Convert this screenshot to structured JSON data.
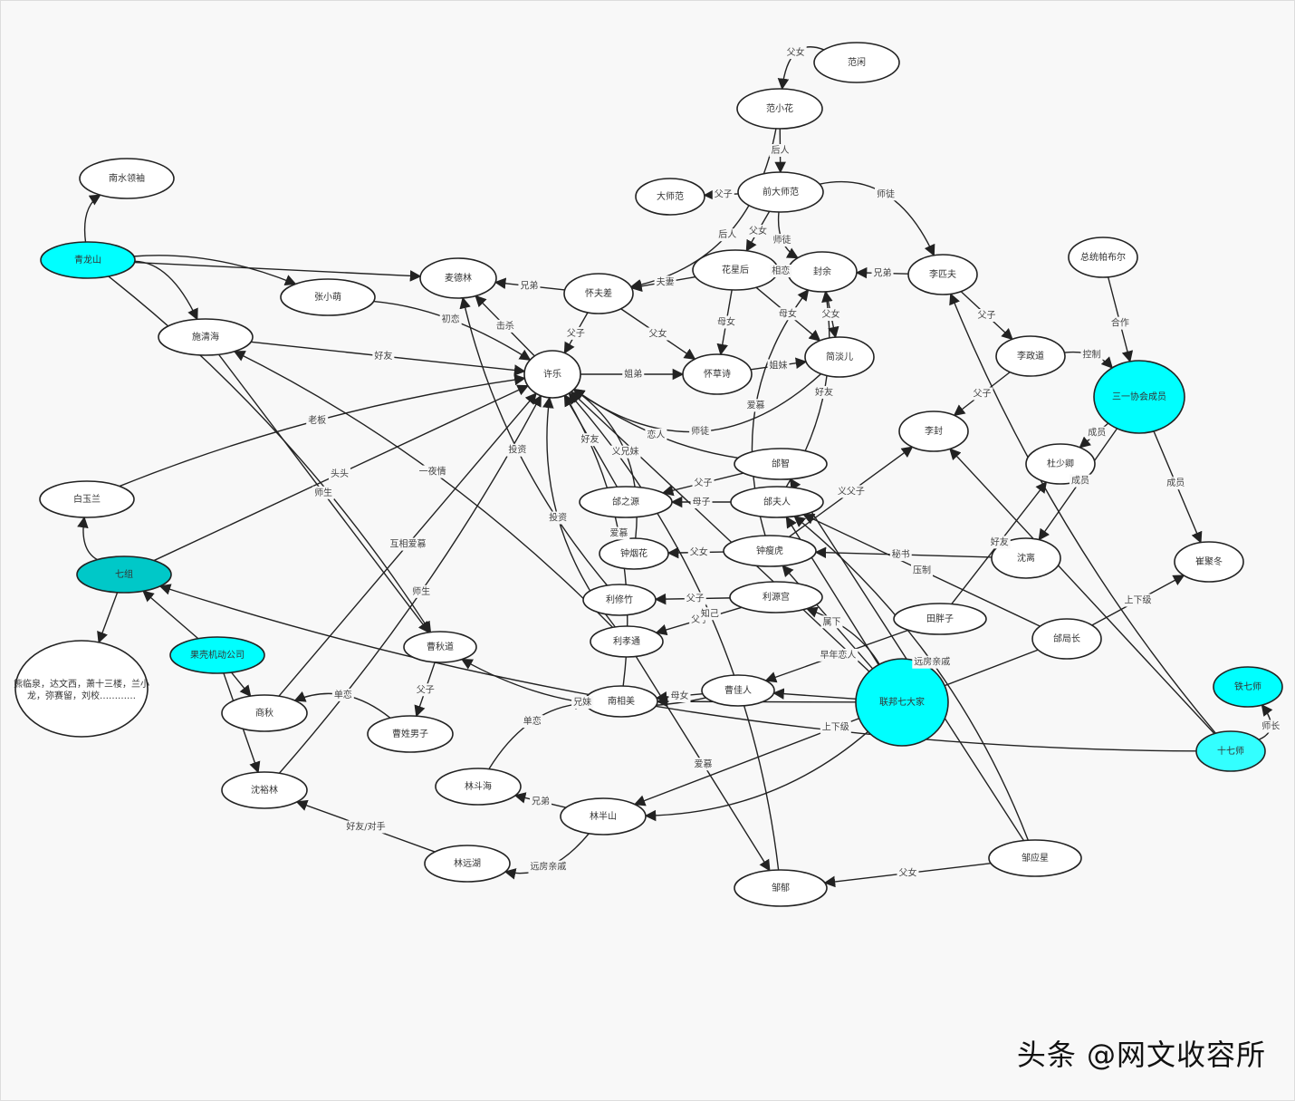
{
  "diagram": {
    "nodes": [
      {
        "id": "fanxian",
        "label": "范闲"
      },
      {
        "id": "fanxiaohua",
        "label": "范小花"
      },
      {
        "id": "qiandashifan",
        "label": "前大师范"
      },
      {
        "id": "dashifan",
        "label": "大师范"
      },
      {
        "id": "huaxinghou",
        "label": "花星后"
      },
      {
        "id": "fengyu",
        "label": "封余"
      },
      {
        "id": "lipifu",
        "label": "李匹夫"
      },
      {
        "id": "pabuer",
        "label": "总统帕布尔"
      },
      {
        "id": "maidelin",
        "label": "麦德林"
      },
      {
        "id": "huaifuchai",
        "label": "怀夫差"
      },
      {
        "id": "zhangxiaomeng",
        "label": "张小萌"
      },
      {
        "id": "nanshui",
        "label": "南水领袖"
      },
      {
        "id": "qinglongshan",
        "label": "青龙山",
        "color": "#00ffff"
      },
      {
        "id": "shiqinghai",
        "label": "施清海"
      },
      {
        "id": "xule",
        "label": "许乐"
      },
      {
        "id": "huaicaoshi",
        "label": "怀草诗"
      },
      {
        "id": "jiandaner",
        "label": "简淡儿"
      },
      {
        "id": "lizhengdao",
        "label": "李政道"
      },
      {
        "id": "sanyi",
        "label": "三一协会成员",
        "color": "#00ffff"
      },
      {
        "id": "lifeng",
        "label": "李封"
      },
      {
        "id": "taizhi",
        "label": "邰智"
      },
      {
        "id": "dushaoqing",
        "label": "杜少卿"
      },
      {
        "id": "baiyulan",
        "label": "白玉兰"
      },
      {
        "id": "taizhiyuan",
        "label": "邰之源"
      },
      {
        "id": "taifuren",
        "label": "邰夫人"
      },
      {
        "id": "shenli",
        "label": "沈离"
      },
      {
        "id": "cuijudong",
        "label": "崔聚冬"
      },
      {
        "id": "zhongyanhua",
        "label": "钟烟花"
      },
      {
        "id": "zhongshouhu",
        "label": "钟瘦虎"
      },
      {
        "id": "qizu",
        "label": "七组",
        "color": "#00c8c8"
      },
      {
        "id": "lixiuzhu",
        "label": "利修竹"
      },
      {
        "id": "lixiaotong",
        "label": "利孝通"
      },
      {
        "id": "liyuangong",
        "label": "利源宫"
      },
      {
        "id": "tianpangzi",
        "label": "田胖子"
      },
      {
        "id": "taijuzhang",
        "label": "邰局长"
      },
      {
        "id": "caoqiudao",
        "label": "曹秋道"
      },
      {
        "id": "guoke",
        "label": "果壳机动公司",
        "color": "#00ffff"
      },
      {
        "id": "lianbang",
        "label": "联邦七大家",
        "color": "#00ffff"
      },
      {
        "id": "tieqishi",
        "label": "铁七师",
        "color": "#00ffff"
      },
      {
        "id": "shiqishi",
        "label": "十七师",
        "color": "#33ffff"
      },
      {
        "id": "caojiaren",
        "label": "曹佳人"
      },
      {
        "id": "nanxiangmei",
        "label": "南相美"
      },
      {
        "id": "xionglinquan",
        "label": "熊临泉，达文西，萧十三楼，兰小龙，弥赛留，刘校…………"
      },
      {
        "id": "shangqiu",
        "label": "商秋"
      },
      {
        "id": "caoxing",
        "label": "曹姓男子"
      },
      {
        "id": "lindouhai",
        "label": "林斗海"
      },
      {
        "id": "shenyulin",
        "label": "沈裕林"
      },
      {
        "id": "linbanshan",
        "label": "林半山"
      },
      {
        "id": "linyuanhu",
        "label": "林远湖"
      },
      {
        "id": "zouyu",
        "label": "邹郁"
      },
      {
        "id": "zouyingxing",
        "label": "邹应星"
      }
    ],
    "edges": [
      {
        "from": "fanxian",
        "to": "fanxiaohua",
        "label": "父女"
      },
      {
        "from": "fanxiaohua",
        "to": "qiandashifan",
        "label": "后人"
      },
      {
        "from": "fanxiaohua",
        "to": "huaifuchai",
        "label": "后人"
      },
      {
        "from": "qiandashifan",
        "to": "dashifan",
        "label": "父子"
      },
      {
        "from": "qiandashifan",
        "to": "huaxinghou",
        "label": "父女"
      },
      {
        "from": "qiandashifan",
        "to": "fengyu",
        "label": "师徒"
      },
      {
        "from": "qiandashifan",
        "to": "lipifu",
        "label": "师徒"
      },
      {
        "from": "lipifu",
        "to": "fengyu",
        "label": "兄弟"
      },
      {
        "from": "huaxinghou",
        "to": "huaifuchai",
        "label": "夫妻"
      },
      {
        "from": "fengyu",
        "to": "huaxinghou",
        "label": "相恋"
      },
      {
        "from": "huaxinghou",
        "to": "huaicaoshi",
        "label": "母女"
      },
      {
        "from": "huaxinghou",
        "to": "jiandaner",
        "label": "母女"
      },
      {
        "from": "fengyu",
        "to": "jiandaner",
        "label": "父女"
      },
      {
        "from": "huaifuchai",
        "to": "maidelin",
        "label": "兄弟"
      },
      {
        "from": "huaifuchai",
        "to": "xule",
        "label": "父子"
      },
      {
        "from": "huaifuchai",
        "to": "huaicaoshi",
        "label": "父女"
      },
      {
        "from": "xule",
        "to": "huaicaoshi",
        "label": "姐弟"
      },
      {
        "from": "huaicaoshi",
        "to": "jiandaner",
        "label": "姐妹"
      },
      {
        "from": "jiandaner",
        "to": "xule",
        "label": "师徒"
      },
      {
        "from": "taizhi",
        "to": "xule",
        "label": "恋人"
      },
      {
        "from": "taizhi",
        "to": "taizhiyuan",
        "label": "父子"
      },
      {
        "from": "taifuren",
        "to": "taizhiyuan",
        "label": "母子"
      },
      {
        "from": "taifuren",
        "to": "fengyu",
        "label": "好友"
      },
      {
        "from": "zhongshouhu",
        "to": "fengyu",
        "label": "爱慕"
      },
      {
        "from": "lipifu",
        "to": "lizhengdao",
        "label": "父子"
      },
      {
        "from": "lizhengdao",
        "to": "lifeng",
        "label": "父子"
      },
      {
        "from": "lizhengdao",
        "to": "sanyi",
        "label": "控制"
      },
      {
        "from": "pabuer",
        "to": "sanyi",
        "label": "合作"
      },
      {
        "from": "sanyi",
        "to": "dushaoqing",
        "label": "成员"
      },
      {
        "from": "sanyi",
        "to": "shenli",
        "label": "成员"
      },
      {
        "from": "sanyi",
        "to": "cuijudong",
        "label": "成员"
      },
      {
        "from": "zhongshouhu",
        "to": "lifeng",
        "label": "义父子"
      },
      {
        "from": "taijuzhang",
        "to": "taifuren",
        "label": "压制"
      },
      {
        "from": "shenli",
        "to": "zhongshouhu",
        "label": "秘书"
      },
      {
        "from": "zouyingxing",
        "to": "taifuren",
        "label": "远房亲戚"
      },
      {
        "from": "lianbang",
        "to": "zhongshouhu",
        "label": "属下"
      },
      {
        "from": "lianbang",
        "to": "taifuren",
        "label": ""
      },
      {
        "from": "zhongshouhu",
        "to": "zhongyanhua",
        "label": "父女"
      },
      {
        "from": "liyuangong",
        "to": "lixiuzhu",
        "label": "父子"
      },
      {
        "from": "liyuangong",
        "to": "lixiaotong",
        "label": "父子"
      },
      {
        "from": "tianpangzi",
        "to": "caojiaren",
        "label": "早年恋人"
      },
      {
        "from": "lianbang",
        "to": "caojiaren",
        "label": ""
      },
      {
        "from": "lianbang",
        "to": "liyuangong",
        "label": ""
      },
      {
        "from": "caojiaren",
        "to": "nanxiangmei",
        "label": "母女"
      },
      {
        "from": "lianbang",
        "to": "nanxiangmei",
        "label": ""
      },
      {
        "from": "lianbang",
        "to": "linbanshan",
        "label": ""
      },
      {
        "from": "taijuzhang",
        "to": "cuijudong",
        "label": "上下级"
      },
      {
        "from": "taijuzhang",
        "to": "linbanshan",
        "label": "上下级"
      },
      {
        "from": "shiqishi",
        "to": "tieqishi",
        "label": "师长"
      },
      {
        "from": "shiqishi",
        "to": "lipifu",
        "label": ""
      },
      {
        "from": "shiqishi",
        "to": "qizu",
        "label": ""
      },
      {
        "from": "shiqishi",
        "to": "lifeng",
        "label": ""
      },
      {
        "from": "zouyingxing",
        "to": "zouyu",
        "label": "父女"
      },
      {
        "from": "zouyingxing",
        "to": "taizhi",
        "label": ""
      },
      {
        "from": "tianpangzi",
        "to": "dushaoqing",
        "label": "好友"
      },
      {
        "from": "lindouhai",
        "to": "nanxiangmei",
        "label": "单恋"
      },
      {
        "from": "linbanshan",
        "to": "linyuanhu",
        "label": "远房亲戚"
      },
      {
        "from": "linbanshan",
        "to": "lindouhai",
        "label": "兄弟"
      },
      {
        "from": "linyuanhu",
        "to": "shenyulin",
        "label": "好友/对手"
      },
      {
        "from": "caoqiudao",
        "to": "caoxing",
        "label": "父子"
      },
      {
        "from": "caoxing",
        "to": "shangqiu",
        "label": "单恋"
      },
      {
        "from": "guoke",
        "to": "shangqiu",
        "label": ""
      },
      {
        "from": "guoke",
        "to": "shenyulin",
        "label": ""
      },
      {
        "from": "guoke",
        "to": "qizu",
        "label": ""
      },
      {
        "from": "qizu",
        "to": "baiyulan",
        "label": ""
      },
      {
        "from": "qizu",
        "to": "xionglinquan",
        "label": ""
      },
      {
        "from": "qinglongshan",
        "to": "nanshui",
        "label": ""
      },
      {
        "from": "qinglongshan",
        "to": "maidelin",
        "label": ""
      },
      {
        "from": "qinglongshan",
        "to": "zhangxiaomeng",
        "label": ""
      },
      {
        "from": "qinglongshan",
        "to": "shiqinghai",
        "label": ""
      },
      {
        "from": "qinglongshan",
        "to": "caoqiudao",
        "label": ""
      },
      {
        "from": "shiqinghai",
        "to": "xule",
        "label": "好友"
      },
      {
        "from": "zhangxiaomeng",
        "to": "xule",
        "label": "初恋"
      },
      {
        "from": "baiyulan",
        "to": "xule",
        "label": "老板"
      },
      {
        "from": "qizu",
        "to": "xule",
        "label": "头头"
      },
      {
        "from": "shangqiu",
        "to": "xule",
        "label": "互相爱慕"
      },
      {
        "from": "shenyulin",
        "to": "xule",
        "label": "师生"
      },
      {
        "from": "shiqinghai",
        "to": "caoqiudao",
        "label": "师生"
      },
      {
        "from": "lixiuzhu",
        "to": "maidelin",
        "label": "投资"
      },
      {
        "from": "xule",
        "to": "maidelin",
        "label": "击杀"
      },
      {
        "from": "zhongyanhua",
        "to": "xule",
        "label": "义兄妹"
      },
      {
        "from": "taizhiyuan",
        "to": "xule",
        "label": "好友"
      },
      {
        "from": "lixiaotong",
        "to": "xule",
        "label": "投资"
      },
      {
        "from": "nanxiangmei",
        "to": "xule",
        "label": "爱慕"
      },
      {
        "from": "zouyu",
        "to": "xule",
        "label": "知己"
      },
      {
        "from": "lianbang",
        "to": "xule",
        "label": ""
      },
      {
        "from": "lixiaotong",
        "to": "shiqinghai",
        "label": "一夜情"
      },
      {
        "from": "caojiaren",
        "to": "caoqiudao",
        "label": "兄妹"
      },
      {
        "from": "lixiaotong",
        "to": "zouyu",
        "label": "爱慕"
      }
    ]
  },
  "watermark": "头条 @网文收容所"
}
